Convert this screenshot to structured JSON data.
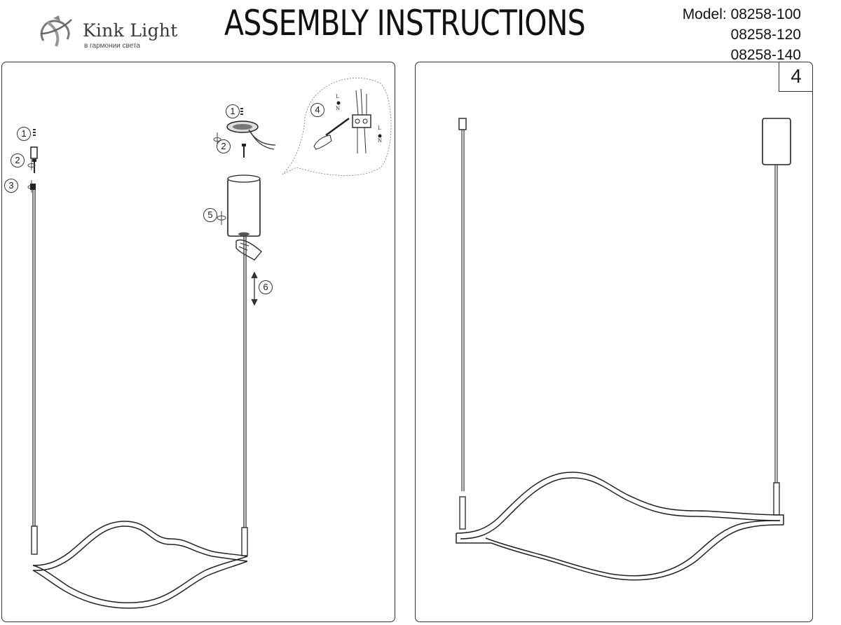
{
  "header": {
    "brand_name": "Kink Light",
    "brand_tagline": "в гармонии света",
    "title": "ASSEMBLY INSTRUCTIONS",
    "model_label": "Model:",
    "models": [
      "08258-100",
      "08258-120",
      "08258-140"
    ]
  },
  "left_panel": {
    "steps": [
      "1",
      "2",
      "3",
      "1",
      "2",
      "4",
      "5",
      "6"
    ],
    "wire_labels": [
      "L",
      "N",
      "L",
      "N"
    ]
  },
  "right_panel": {
    "page_number": "4"
  }
}
